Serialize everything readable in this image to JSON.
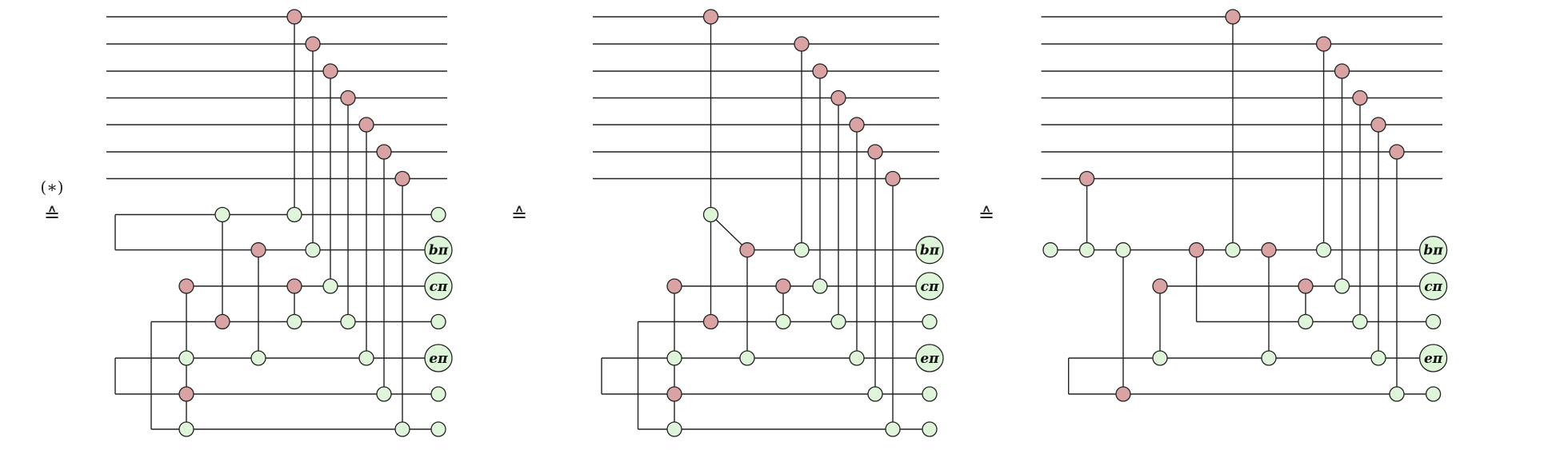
{
  "annotations": {
    "star_label": "(∗)",
    "equiv_symbol": "≙"
  },
  "phase_labels": {
    "b": "bπ",
    "c": "cπ",
    "e": "eπ"
  },
  "colors": {
    "z_spider": "#dff5d9",
    "x_spider": "#daa3a3",
    "wire": "#222222"
  },
  "panels": [
    {
      "name": "diagram-1"
    },
    {
      "name": "diagram-2"
    },
    {
      "name": "diagram-3"
    }
  ]
}
